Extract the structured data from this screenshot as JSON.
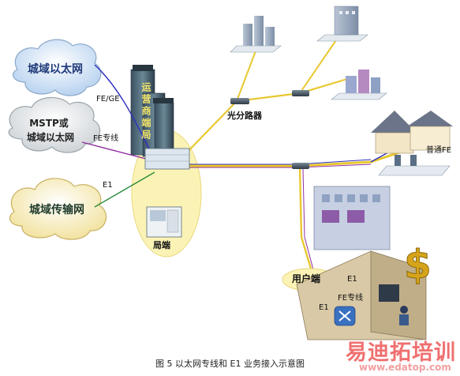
{
  "clouds": {
    "metro_ethernet": "城域以太网",
    "mstp_line1": "MSTP或",
    "mstp_line2": "城域以太网",
    "transport": "城域传输网"
  },
  "links": {
    "fe_ge": "FE/GE",
    "fe_private_left": "FE专线",
    "e1_left": "E1",
    "fe_common": "普通FE",
    "e1_user": "E1",
    "fe_private_user": "FE专线",
    "e1_user2": "E1"
  },
  "nodes": {
    "operator_building": "运营商端局",
    "optical_splitter": "光分路器",
    "central_office": "局端",
    "user_end": "用户端"
  },
  "caption": "图 5 以太网专线和 E1 业务接入示意图",
  "watermark": {
    "brand": "易迪拓培训",
    "url": "www.edatop.com"
  },
  "colors": {
    "fiber": "#e8c830",
    "fe_line": "#3030c0",
    "e1_line": "#2a8a3a",
    "purple_line": "#9030a0",
    "cloud_fill": "#d9e8f7"
  }
}
